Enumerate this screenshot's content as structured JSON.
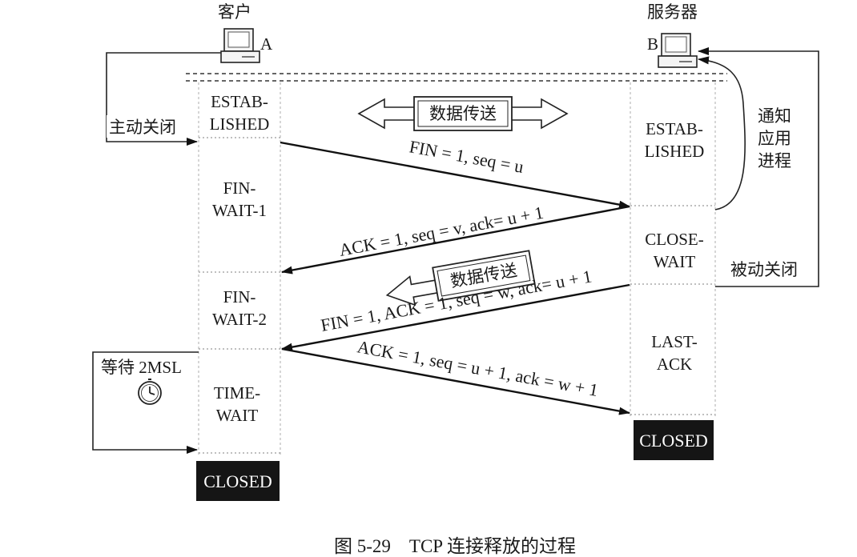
{
  "figure": {
    "caption": "图 5-29    TCP 连接释放的过程"
  },
  "hosts": {
    "client": {
      "label": "客户",
      "letter": "A"
    },
    "server": {
      "label": "服务器",
      "letter": "B"
    }
  },
  "client_states": {
    "established": [
      "ESTAB-",
      "LISHED"
    ],
    "fin_wait_1": [
      "FIN-",
      "WAIT-1"
    ],
    "fin_wait_2": [
      "FIN-",
      "WAIT-2"
    ],
    "time_wait": [
      "TIME-",
      "WAIT"
    ],
    "closed": "CLOSED"
  },
  "server_states": {
    "established": [
      "ESTAB-",
      "LISHED"
    ],
    "close_wait": [
      "CLOSE-",
      "WAIT"
    ],
    "last_ack": [
      "LAST-",
      "ACK"
    ],
    "closed": "CLOSED"
  },
  "side_labels": {
    "active_close": "主动关闭",
    "passive_close": "被动关闭",
    "notify_app": [
      "通知",
      "应用",
      "进程"
    ],
    "wait_2msl": "等待 2MSL"
  },
  "data_transfer": {
    "both_ways": "数据传送",
    "server_to_client": "数据传送"
  },
  "messages": [
    {
      "id": "fin1",
      "text": "FIN = 1, seq = u"
    },
    {
      "id": "ack1",
      "text": "ACK = 1, seq = v, ack= u + 1"
    },
    {
      "id": "fin2",
      "text": "FIN = 1, ACK = 1, seq = w, ack= u + 1"
    },
    {
      "id": "ack2",
      "text": "ACK = 1, seq = u + 1, ack = w + 1"
    }
  ],
  "icons": [
    "computer-icon",
    "clock-icon"
  ]
}
